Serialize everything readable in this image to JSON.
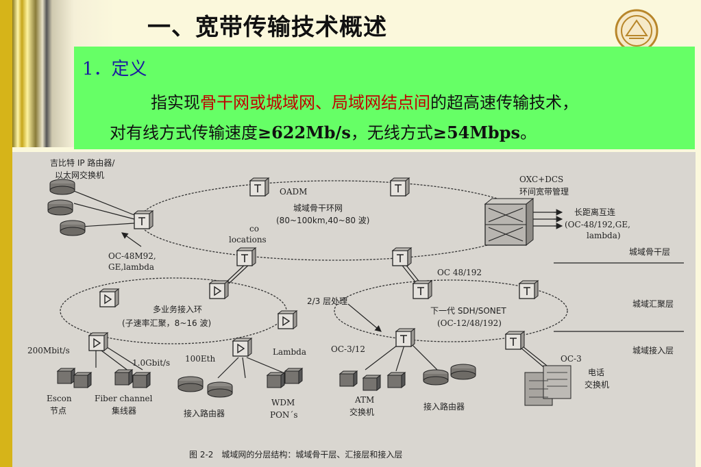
{
  "title": "一、宽带传输技术概述",
  "definition": {
    "heading": "1．定义",
    "line1_pre": "指实现",
    "line1_hl": "骨干网或城域网、局域网结点间",
    "line1_post": "的超高速传输技术，",
    "line2_pre": "对有线方式传输速度",
    "line2_val1": "≥622Mb/s",
    "line2_mid": "，无线方式",
    "line2_val2": "≥54Mbps",
    "line2_end": "。"
  },
  "figure": {
    "labels": {
      "gig_router_1": "吉比特 IP 路由器/",
      "gig_router_2": "以太网交换机",
      "oadm": "OADM",
      "ring_core_1": "城域骨干环网",
      "ring_core_2": "(80~100km,40~80 波)",
      "co_1": "co",
      "co_2": "locations",
      "oc48_1": "OC-48M92,",
      "oc48_2": "GE,lambda",
      "oxc_1": "OXC+DCS",
      "oxc_2": "环间宽带管理",
      "long_1": "长距离互连",
      "long_2": "(OC-48/192,GE,",
      "long_3": "lambda)",
      "layer_core": "城域骨干层",
      "oc48_192": "OC 48/192",
      "layer_agg": "城域汇聚层",
      "multi_1": "多业务接入环",
      "multi_2": "(子速率汇聚，8~16 波)",
      "layer_proc": "2/3 层处理",
      "next_1": "下一代 SDH/SONET",
      "next_2": "(OC-12/48/192)",
      "layer_access": "城域接入层",
      "r200m": "200Mbit/s",
      "r1g": "1.0Gbit/s",
      "r100eth": "100Eth",
      "lambda": "Lambda",
      "oc3_12": "OC-3/12",
      "oc3": "OC-3",
      "phone_1": "电话",
      "phone_2": "交换机",
      "escon_1": "Escon",
      "escon_2": "节点",
      "fiber_1": "Fiber channel",
      "fiber_2": "集线器",
      "access_router": "接入路由器",
      "wdm_1": "WDM",
      "wdm_2": "PON´s",
      "atm_1": "ATM",
      "atm_2": "交换机",
      "access_router2": "接入路由器",
      "caption": "图 2-2　城域网的分层结构：城域骨干层、汇接层和接入层"
    }
  },
  "colors": {
    "definition_bg": "#66ff66",
    "highlight": "#c00000",
    "heading": "#1a1aa0"
  }
}
